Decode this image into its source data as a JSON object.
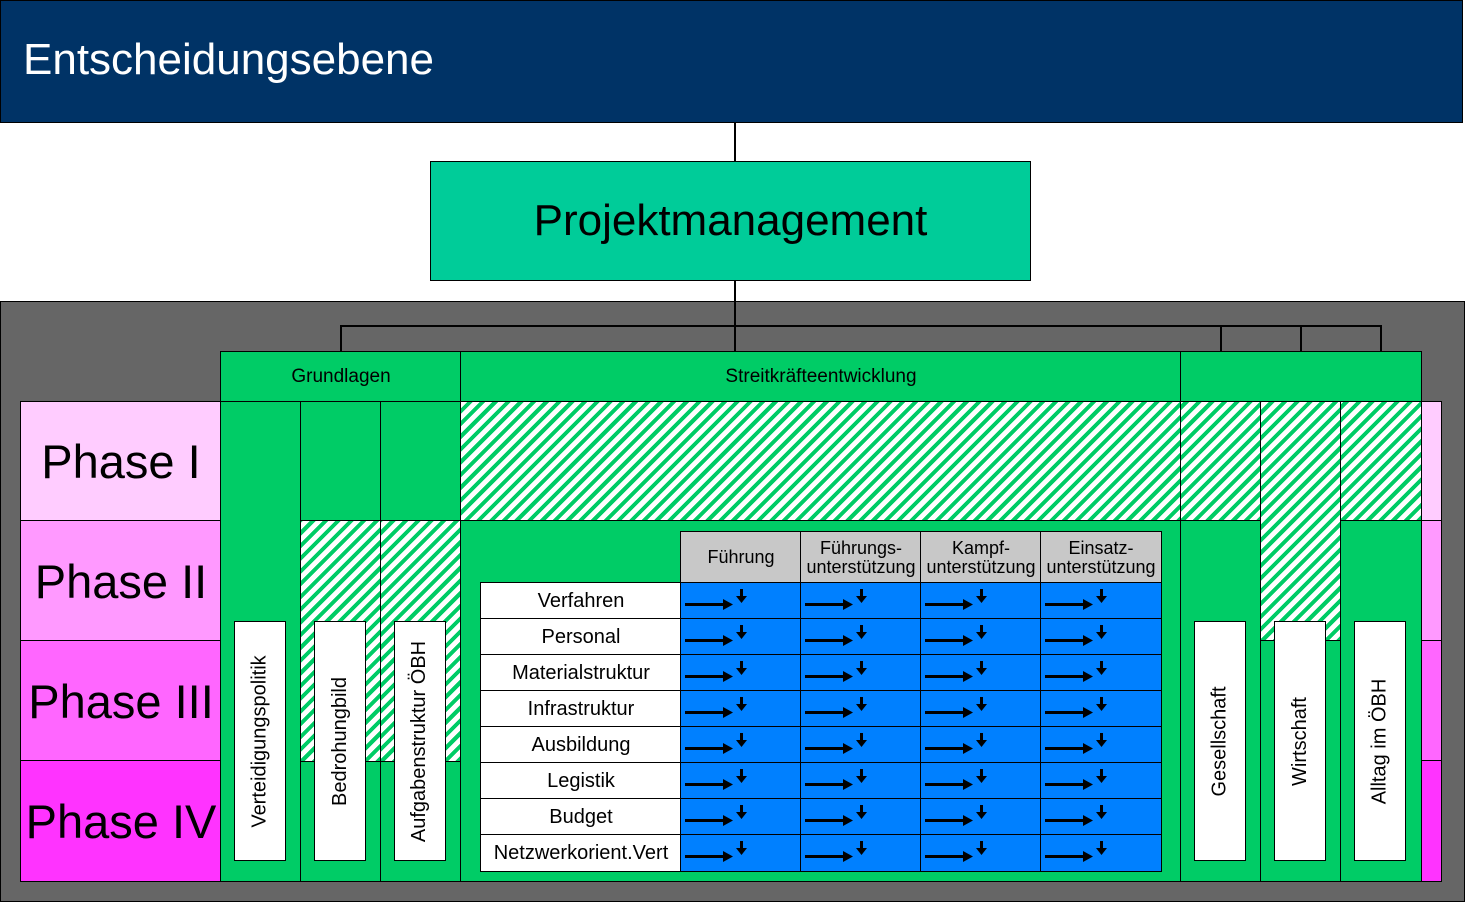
{
  "header": {
    "title": "Entscheidungsebene",
    "color": "#003366"
  },
  "pm": {
    "title": "Projektmanagement",
    "color": "#00cc99"
  },
  "groups": {
    "grundlagen": "Grundlagen",
    "streitkraefte": "Streitkräfteentwicklung"
  },
  "phases": [
    {
      "label": "Phase I",
      "color": "#ffccff"
    },
    {
      "label": "Phase II",
      "color": "#ff99ff"
    },
    {
      "label": "Phase III",
      "color": "#ff66ff"
    },
    {
      "label": "Phase IV",
      "color": "#ff33ff"
    }
  ],
  "columns_left": [
    "Verteidigungspolitik",
    "Bedrohungbild",
    "Aufgabenstruktur ÖBH"
  ],
  "columns_right": [
    "Gesellschaft",
    "Wirtschaft",
    "Alltag im ÖBH"
  ],
  "matrix": {
    "column_headers": [
      {
        "line1": "Führung",
        "line2": ""
      },
      {
        "line1": "Führungs-",
        "line2": "unterstützung"
      },
      {
        "line1": "Kampf-",
        "line2": "unterstützung"
      },
      {
        "line1": "Einsatz-",
        "line2": "unterstützung"
      }
    ],
    "rows": [
      "Verfahren",
      "Personal",
      "Materialstruktur",
      "Infrastruktur",
      "Ausbildung",
      "Legistik",
      "Budget",
      "Netzwerkorient.Vert"
    ],
    "cell_icon": "arrow-right-down-icon",
    "cell_color": "#0080ff"
  },
  "colors": {
    "frame": "#666666",
    "green": "#00cc66",
    "header_gray": "#c8c8c8"
  }
}
